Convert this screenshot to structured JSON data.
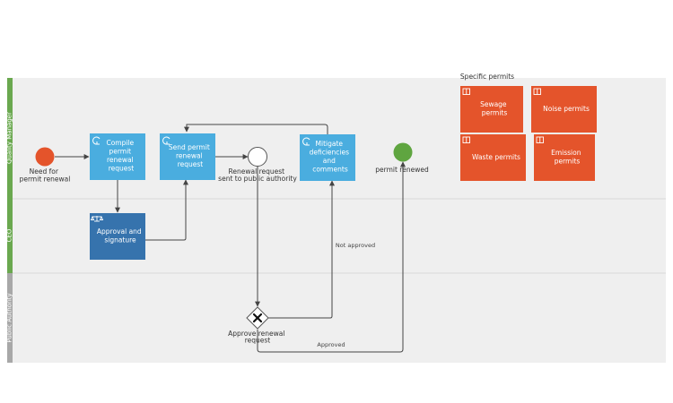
{
  "colors": {
    "canvas": "#ffffff",
    "pool": "#efefef",
    "lane_divider": "#d9d9d9",
    "lane_bar_green": "#6aa84f",
    "lane_bar_gray": "#a8a8a8",
    "task": "#4aaddf",
    "task_dark": "#3673ad",
    "data_object": "#e4542b",
    "start_event": "#e4542b",
    "end_event": "#5fa540",
    "edge": "#444444"
  },
  "lanes": [
    {
      "name": "Quality Manager",
      "bar": "lane_bar_green"
    },
    {
      "name": "CEO",
      "bar": "lane_bar_green"
    },
    {
      "name": "Public Authority",
      "bar": "lane_bar_gray"
    }
  ],
  "events": {
    "start": {
      "label_lines": [
        "Need for",
        "permit renewal"
      ]
    },
    "intermediate": {
      "label_lines": [
        "Renewal request",
        "sent to public authority"
      ]
    },
    "end": {
      "label_lines": [
        "permit renewed"
      ]
    }
  },
  "tasks": {
    "compile": {
      "label_lines": [
        "Compile",
        "permit",
        "renewal",
        "request"
      ],
      "icon": "loop-icon"
    },
    "send": {
      "label_lines": [
        "Send permit",
        "renewal",
        "request"
      ],
      "icon": "loop-icon"
    },
    "mitigate": {
      "label_lines": [
        "Mitigate",
        "deficiencies",
        "and",
        "comments"
      ],
      "icon": "loop-icon"
    },
    "approval": {
      "label_lines": [
        "Approval and",
        "signature"
      ],
      "icon": "scales-icon"
    }
  },
  "gateway": {
    "label_lines": [
      "Approve renewal",
      "request"
    ],
    "icon": "exclusive-x-icon"
  },
  "edges": {
    "not_approved": "Not approved",
    "approved": "Approved"
  },
  "data_objects": {
    "header": "Specific permits",
    "items": [
      {
        "label_lines": [
          "Sewage",
          "permits"
        ],
        "icon": "book-icon"
      },
      {
        "label_lines": [
          "Noise permits"
        ],
        "icon": "book-icon"
      },
      {
        "label_lines": [
          "Waste permits"
        ],
        "icon": "book-icon"
      },
      {
        "label_lines": [
          "Emission",
          "permits"
        ],
        "icon": "book-icon"
      }
    ]
  }
}
